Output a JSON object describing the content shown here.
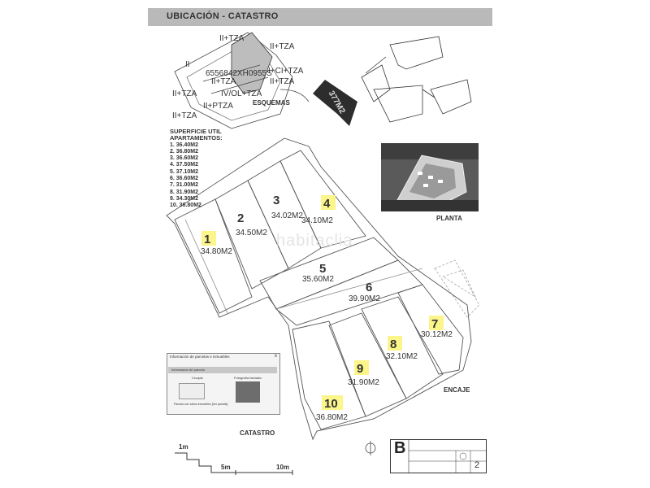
{
  "header": {
    "title": "UBICACIÓN - CATASTRO"
  },
  "labels": {
    "esquemas": "ESQUEMAS",
    "planta": "PLANTA",
    "encaje": "ENCAJE",
    "catastro": "CATASTRO",
    "parcel_area": "377M2",
    "watermark": "habitaclia"
  },
  "legend": {
    "title_line1": "SUPERFICIE UTIL",
    "title_line2": "APARTAMENTOS:",
    "items": [
      "1.  36.40M2",
      "2.  36.80M2",
      "3.  36.60M2",
      "4.  37.50M2",
      "5.  37.10M2",
      "6.  36.60M2",
      "7.  31.00M2",
      "8.  31.90M2",
      "9.  34.30M2",
      "10. 36.80M2"
    ]
  },
  "units": [
    {
      "number": "1",
      "area": "34.80M2",
      "highlighted": true
    },
    {
      "number": "2",
      "area": "34.50M2",
      "highlighted": false
    },
    {
      "number": "3",
      "area": "34.02M2",
      "highlighted": false
    },
    {
      "number": "4",
      "area": "34.10M2",
      "highlighted": true
    },
    {
      "number": "5",
      "area": "35.60M2",
      "highlighted": false
    },
    {
      "number": "6",
      "area": "39.90M2",
      "highlighted": false
    },
    {
      "number": "7",
      "area": "30.12M2",
      "highlighted": true
    },
    {
      "number": "8",
      "area": "32.10M2",
      "highlighted": true
    },
    {
      "number": "9",
      "area": "31.90M2",
      "highlighted": true
    },
    {
      "number": "10",
      "area": "36.80M2",
      "highlighted": true
    }
  ],
  "sketch_labels": {
    "a": "II+TZA",
    "b": "II+TZA",
    "c": "6556842XH0955S",
    "d": "I+CI+TZA",
    "e": "II+TZA",
    "f": "II+TZA",
    "g": "II+TZA",
    "h": "IV/OL+TZA",
    "i": "II+TZA",
    "j": "II+PTZA",
    "k": "II"
  },
  "popup": {
    "title": "Información de parcelas e inmuebles",
    "close": "x",
    "band": "Información de parcela",
    "croquis": "Croquis",
    "foto": "Fotografía fachada",
    "footer": "Parcela con varios inmuebles [Ver parcela]"
  },
  "scale": {
    "one": "1m",
    "five": "5m",
    "ten": "10m"
  },
  "title_block": {
    "letter": "B",
    "sheet": "2"
  }
}
